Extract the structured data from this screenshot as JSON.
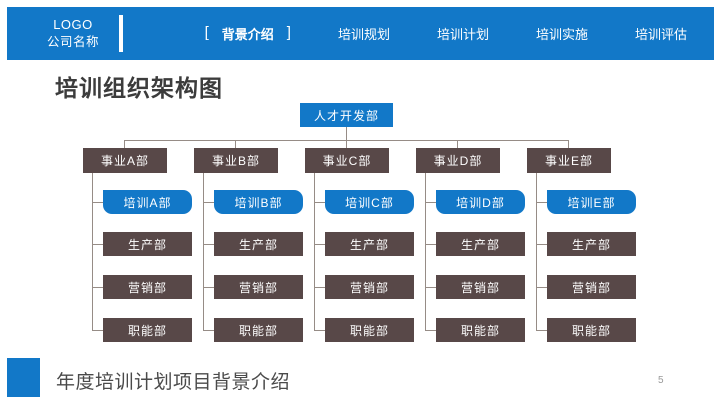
{
  "header": {
    "logo": {
      "line1": "LOGO",
      "line2": "公司名称"
    },
    "brackets": {
      "left": "[",
      "right": "]"
    },
    "nav": [
      {
        "label": "背景介绍",
        "active": true
      },
      {
        "label": "培训规划",
        "active": false
      },
      {
        "label": "培训计划",
        "active": false
      },
      {
        "label": "培训实施",
        "active": false
      },
      {
        "label": "培训评估",
        "active": false
      }
    ]
  },
  "slide": {
    "title": "培训组织架构图",
    "footer_caption": "年度培训计划项目背景介绍",
    "page_number": "5"
  },
  "org_chart": {
    "root": "人才开发部",
    "branches": [
      {
        "parent": "事业A部",
        "children": [
          "培训A部",
          "生产部",
          "营销部",
          "职能部"
        ]
      },
      {
        "parent": "事业B部",
        "children": [
          "培训B部",
          "生产部",
          "营销部",
          "职能部"
        ]
      },
      {
        "parent": "事业C部",
        "children": [
          "培训C部",
          "生产部",
          "营销部",
          "职能部"
        ]
      },
      {
        "parent": "事业D部",
        "children": [
          "培训D部",
          "生产部",
          "营销部",
          "职能部"
        ]
      },
      {
        "parent": "事业E部",
        "children": [
          "培训E部",
          "生产部",
          "营销部",
          "职能部"
        ]
      }
    ]
  },
  "colors": {
    "accent_blue": "#1278C8",
    "box_dark": "#584848",
    "connector_line": "#968C86"
  }
}
